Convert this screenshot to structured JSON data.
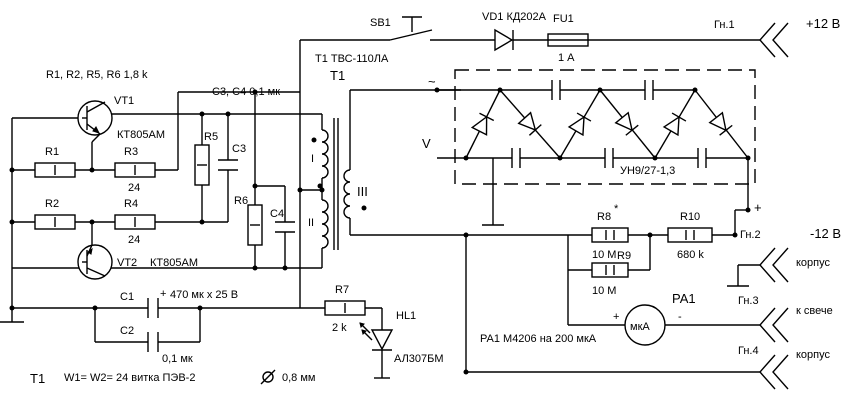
{
  "labels": {
    "sb1": "SB1",
    "vd1": "VD1 КД202А",
    "fu1": "FU1",
    "fu1_value": "1 А",
    "gn1": "Гн.1",
    "plus12": "+12 В",
    "t1_title": "T1  ТВС-110ЛА",
    "t1": "T1",
    "res_values": "R1, R2, R5, R6  1,8 k",
    "vt1": "VT1",
    "vt1_type": "КТ805АМ",
    "c3c4": "C3, C4  0,1 мк",
    "r1": "R1",
    "r2": "R2",
    "r3": "R3",
    "r3_value": "24",
    "r4": "R4",
    "r4_value": "24",
    "r5": "R5",
    "r6": "R6",
    "c3": "C3",
    "c4": "C4",
    "vt2": "VT2",
    "vt2_type": "КТ805АМ",
    "winding_1": "I",
    "winding_2": "II",
    "winding_3": "III",
    "tilde": "~",
    "v": "V",
    "multiplier": "УН9/27-1,3",
    "plus": "+",
    "minus": "-",
    "r8": "R8",
    "r8_star": "*",
    "r8_value": "10 М",
    "r9": "R9",
    "r9_value": "10 М",
    "r10": "R10",
    "r10_value": "680 k",
    "gn2": "Гн.2",
    "minus12": "-12 В",
    "korpus1": "корпус",
    "pa1": "PA1",
    "mka": "мкА",
    "pa1_desc": "PA1  M4206 на 200 мкА",
    "gn3": "Гн.3",
    "k_sveche": "к свече",
    "gn4": "Гн.4",
    "korpus2": "корпус",
    "c1": "C1",
    "c1_value": "470 мк х 25 В",
    "c2": "C2",
    "c2_value": "0,1 мк",
    "r7": "R7",
    "r7_value": "2 k",
    "hl1": "HL1",
    "hl1_type": "АЛ307БМ",
    "t1_footer": "T1",
    "winding_spec": "W1= W2= 24 витка ПЭВ-2",
    "wire_diameter": "0,8 мм"
  }
}
